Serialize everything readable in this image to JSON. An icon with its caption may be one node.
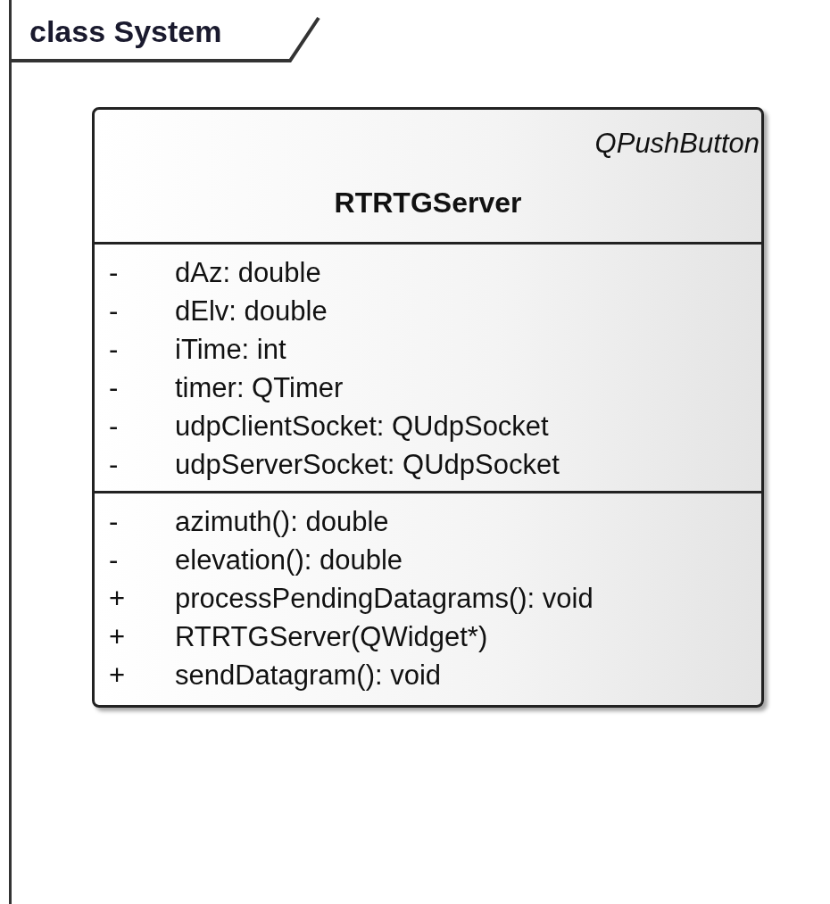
{
  "diagram": {
    "nodes": [
      {
        "text": [
          "class System"
        ]
      },
      {
        "text": [
          "QPushButton",
          "RTRTGServer"
        ],
        "in": 0
      },
      {
        "text": [
          "- dAz: double",
          "- dElv: double",
          "- iTime: int",
          "- timer: QTimer",
          "- udpClientSocket: QUdpSocket",
          "- udpServerSocket: QUdpSocket"
        ],
        "in": 1
      },
      {
        "text": [
          "- azimuth(): double",
          "- elevation(): double",
          "+ processPendingDatagrams(): void",
          "+ RTRTGServer(QWidget*)",
          "+ sendDatagram(): void"
        ],
        "in": 1
      }
    ]
  }
}
